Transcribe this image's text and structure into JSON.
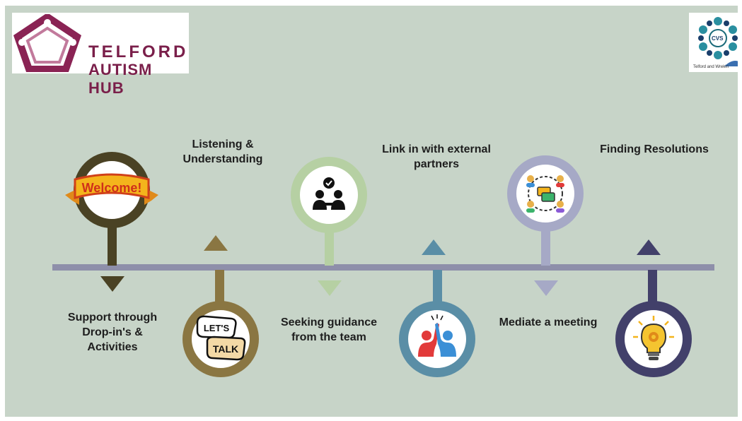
{
  "logo_left": {
    "line1": "TELFORD",
    "line2": "AUTISM HUB"
  },
  "logo_right": {
    "badge": "CVS",
    "small_text": "Telford and Wrekin"
  },
  "steps": [
    {
      "label": "Support through Drop-in's & Activities",
      "icon": "welcome-banner-icon",
      "color": "#4a4224"
    },
    {
      "label": "Listening & Understanding",
      "icon": "lets-talk-icon",
      "color": "#8a7642"
    },
    {
      "label": "Seeking guidance from the team",
      "icon": "team-meeting-icon",
      "color": "#b6d0a3"
    },
    {
      "label": "Link in with external partners",
      "icon": "high-five-icon",
      "color": "#5a8ea6"
    },
    {
      "label": "Mediate a meeting",
      "icon": "group-chat-icon",
      "color": "#a6a9c6"
    },
    {
      "label": "Finding Resolutions",
      "icon": "lightbulb-icon",
      "color": "#42406a"
    }
  ],
  "welcome_text": "Welcome!",
  "lets_text": "LET'S",
  "talk_text": "TALK"
}
